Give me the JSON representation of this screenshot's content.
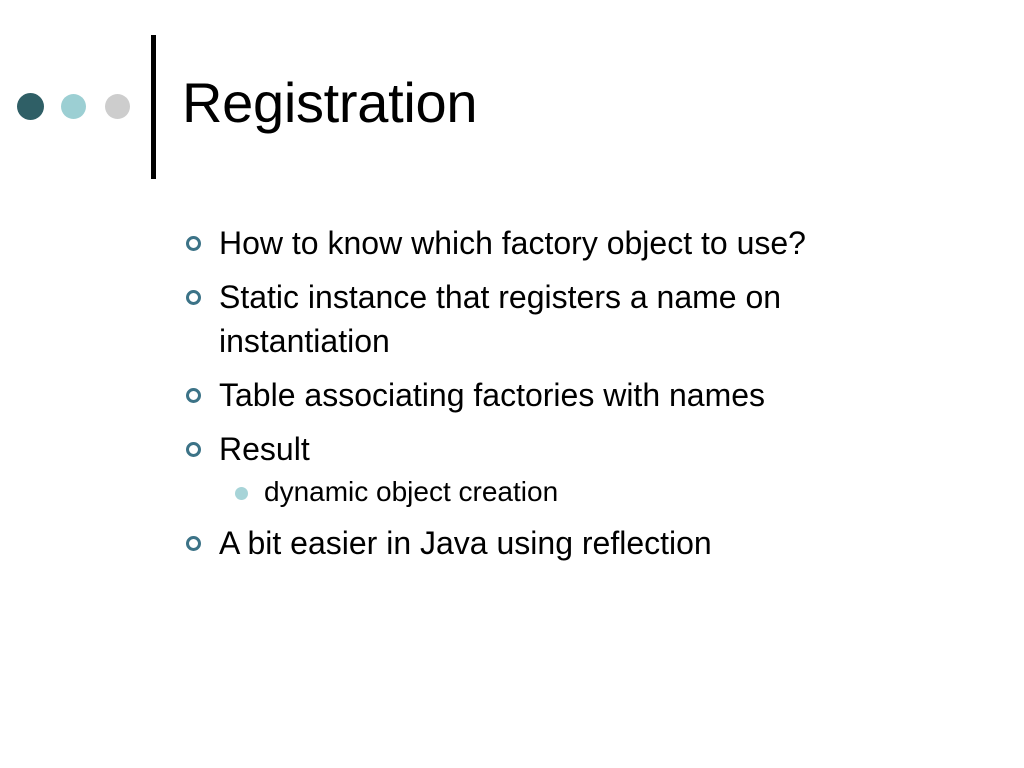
{
  "colors": {
    "dot_dark": "#2f5f66",
    "dot_light": "#9ccfd3",
    "dot_gray": "#cdcdcd",
    "bullet_accent": "#3c7387",
    "sub_bullet": "#a7d4d8"
  },
  "slide": {
    "title": "Registration",
    "bullets": [
      {
        "text": "How to know which factory object to use?"
      },
      {
        "text": "Static instance that registers a name on instantiation"
      },
      {
        "text": "Table associating factories with names"
      },
      {
        "text": "Result",
        "sub_bullets": [
          {
            "text": "dynamic object creation"
          }
        ]
      },
      {
        "text": "A bit easier in Java using reflection"
      }
    ]
  }
}
